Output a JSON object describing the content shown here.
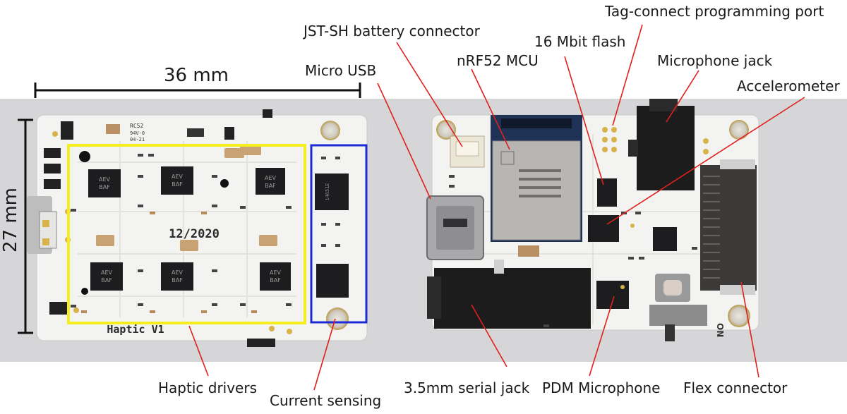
{
  "labels": {
    "width_dim": "36 mm",
    "height_dim": "27 mm",
    "micro_usb": "Micro USB",
    "jst": "JST-SH battery connector",
    "mcu": "nRF52 MCU",
    "flash": "16 Mbit flash",
    "tag_connect": "Tag-connect programming port",
    "mic_jack": "Microphone jack",
    "accel": "Accelerometer",
    "haptic_drivers": "Haptic drivers",
    "current_sensing": "Current sensing",
    "serial_jack": "3.5mm serial jack",
    "pdm_mic": "PDM Microphone",
    "flex": "Flex connector"
  },
  "board_marks": {
    "date": "12/2020",
    "name": "Haptic V1",
    "rc_code": "RC52",
    "rc_sub": "94V-0",
    "rc_sub2": "04-21",
    "chip_code_1": "AEV",
    "chip_code_2": "BAF",
    "on_mark": "ON"
  },
  "colors": {
    "background_strip": "#d9d9db",
    "board_white": "#f4f4f2",
    "yellow_box": "#f5ee1e",
    "blue_box": "#1c2bd6",
    "leader_red": "#e0201c",
    "chip_black": "#1d1d1f",
    "pad_gold": "#d8b24a"
  }
}
